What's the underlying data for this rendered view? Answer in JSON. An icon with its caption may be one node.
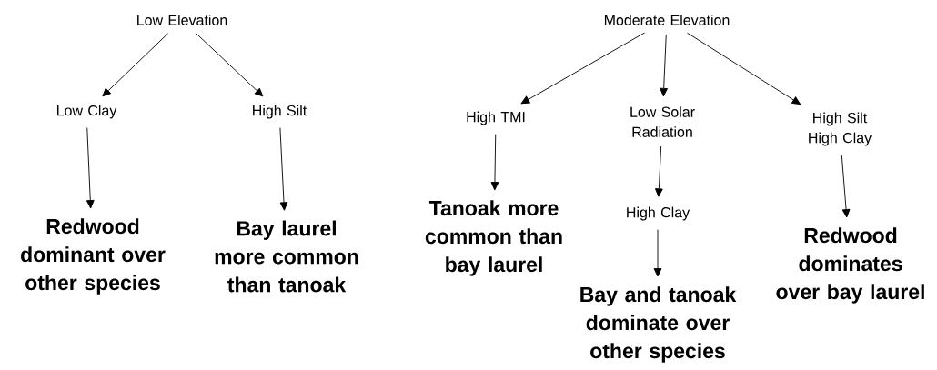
{
  "diagram": {
    "nodes": [
      {
        "text": [
          "Low Elevation"
        ]
      },
      {
        "text": [
          "Moderate Elevation"
        ]
      },
      {
        "text": [
          "Low Clay"
        ]
      },
      {
        "text": [
          "High Silt"
        ]
      },
      {
        "text": [
          "High TMI"
        ]
      },
      {
        "text": [
          "Low Solar Radiation"
        ]
      },
      {
        "text": [
          "High Silt High Clay"
        ]
      },
      {
        "text": [
          "Redwood dominant over other species"
        ]
      },
      {
        "text": [
          "Bay laurel more common than tanoak"
        ]
      },
      {
        "text": [
          "Tanoak more common than bay laurel"
        ]
      },
      {
        "text": [
          "High Clay"
        ]
      },
      {
        "text": [
          "Redwood dominates over bay laurel"
        ]
      },
      {
        "text": [
          "Bay and tanoak dominate over other species"
        ]
      }
    ],
    "edges": [
      {
        "from": 0,
        "to": 2,
        "arrow": "to"
      },
      {
        "from": 0,
        "to": 3,
        "arrow": "to"
      },
      {
        "from": 1,
        "to": 4,
        "arrow": "to"
      },
      {
        "from": 1,
        "to": 5,
        "arrow": "to"
      },
      {
        "from": 1,
        "to": 6,
        "arrow": "to"
      },
      {
        "from": 2,
        "to": 7,
        "arrow": "to"
      },
      {
        "from": 3,
        "to": 8,
        "arrow": "to"
      },
      {
        "from": 4,
        "to": 9,
        "arrow": "to"
      },
      {
        "from": 5,
        "to": 10,
        "arrow": "to"
      },
      {
        "from": 10,
        "to": 12,
        "arrow": "to"
      },
      {
        "from": 6,
        "to": 11,
        "arrow": "to"
      }
    ]
  }
}
